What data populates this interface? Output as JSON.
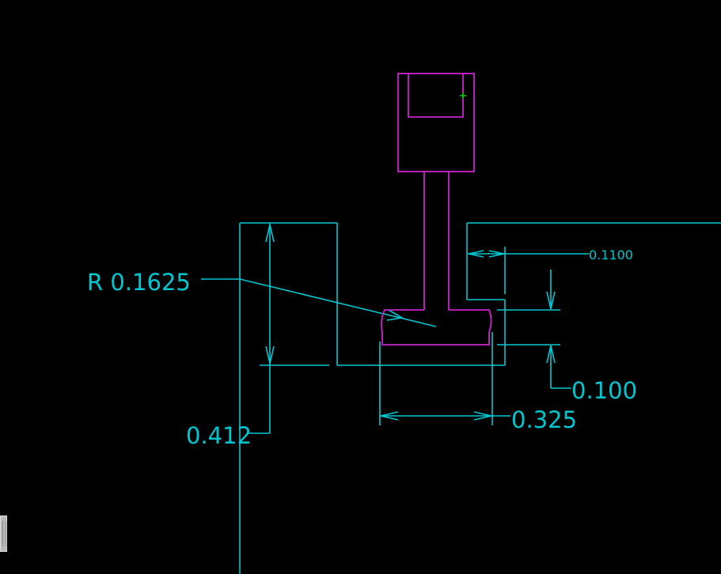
{
  "colors": {
    "background": "#000000",
    "dimension": "#00c8d2",
    "part": "#cc22cc",
    "cursor": "#00cc00"
  },
  "annotations": {
    "radius": "R 0.1625",
    "dim_0412": "0.412",
    "dim_0325": "0.325",
    "dim_0100": "0.100",
    "dim_01100": "0.1100"
  }
}
